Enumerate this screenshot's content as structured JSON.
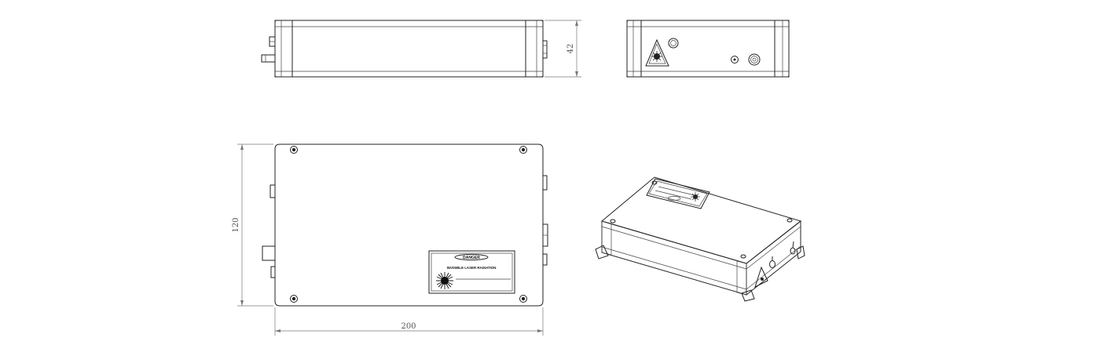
{
  "dimensions": {
    "height": "42",
    "length": "200",
    "width": "120"
  },
  "label": {
    "title": "DANGER",
    "text": "INVISIBLE LASER RADIATION"
  }
}
